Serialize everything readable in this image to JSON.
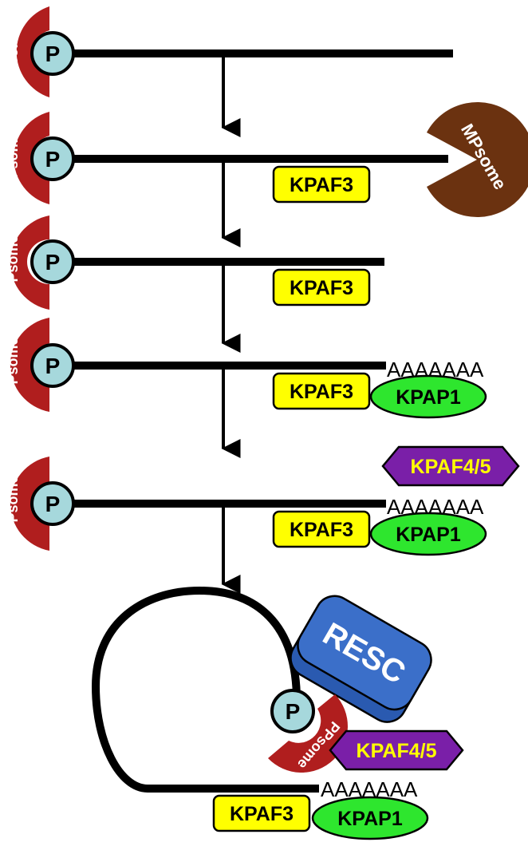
{
  "colors": {
    "line": "#000000",
    "ppsome": "#b01e1e",
    "p_circle": "#a6d8dc",
    "kpaf3": "#ffff00",
    "kpap1": "#2ee62e",
    "kpaf45": "#7a1fa8",
    "kpaf45_text": "#ffff00",
    "resc": "#3b6fc9",
    "mpsome": "#6b3210"
  },
  "labels": {
    "ppsome": "PPsome",
    "p": "P",
    "mpsome": "MPsome",
    "kpaf3": "KPAF3",
    "kpap1": "KPAP1",
    "kpaf45": "KPAF4/5",
    "resc": "RESC",
    "polya": "AAAAAAA"
  },
  "icons": {
    "ppsome": "pacman-half-disk",
    "mpsome": "pacman",
    "arrow": "down-arrow"
  }
}
